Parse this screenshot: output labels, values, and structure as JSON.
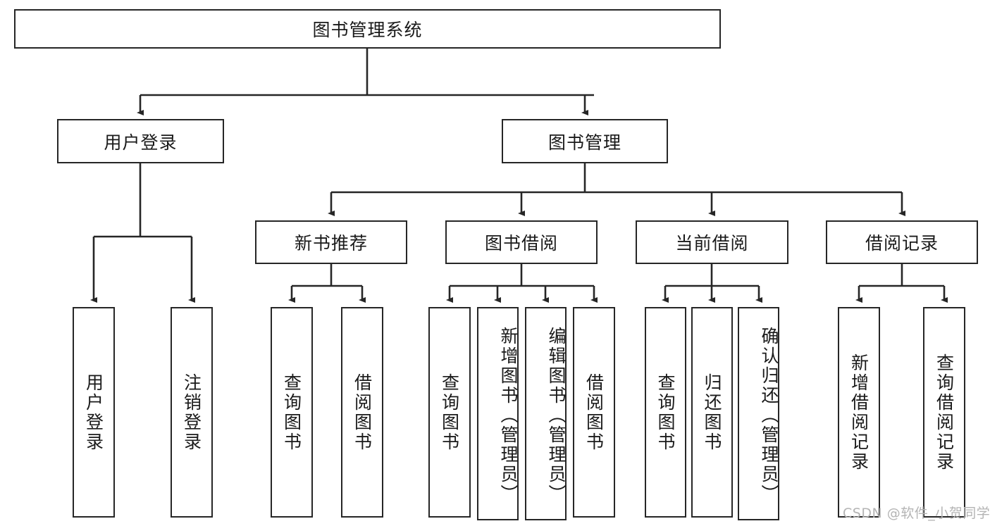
{
  "diagram": {
    "title": "图书管理系统",
    "type": "hierarchy-tree",
    "root": {
      "label": "图书管理系统",
      "children": [
        {
          "label": "用户登录",
          "children": [
            {
              "label": "用户登录"
            },
            {
              "label": "注销登录"
            }
          ]
        },
        {
          "label": "图书管理",
          "children": [
            {
              "label": "新书推荐",
              "children": [
                {
                  "label": "查询图书"
                },
                {
                  "label": "借阅图书"
                }
              ]
            },
            {
              "label": "图书借阅",
              "children": [
                {
                  "label": "查询图书"
                },
                {
                  "label": "新增图书（管理员）"
                },
                {
                  "label": "编辑图书（管理员）"
                },
                {
                  "label": "借阅图书"
                }
              ]
            },
            {
              "label": "当前借阅",
              "children": [
                {
                  "label": "查询图书"
                },
                {
                  "label": "归还图书"
                },
                {
                  "label": "确认归还（管理员）"
                }
              ]
            },
            {
              "label": "借阅记录",
              "children": [
                {
                  "label": "新增借阅记录"
                },
                {
                  "label": "查询借阅记录"
                }
              ]
            }
          ]
        }
      ]
    },
    "nodes": {
      "root": "图书管理系统",
      "user_login": "用户登录",
      "book_manage": "图书管理",
      "new_book_rec": "新书推荐",
      "book_borrow": "图书借阅",
      "current_borrow": "当前借阅",
      "borrow_record": "借阅记录",
      "leaf_user_login": "用户登录",
      "leaf_logout": "注销登录",
      "leaf_rec_query": "查询图书",
      "leaf_rec_borrow": "借阅图书",
      "leaf_bb_query": "查询图书",
      "leaf_bb_add": "新增图书（管理员）",
      "leaf_bb_edit": "编辑图书（管理员）",
      "leaf_bb_borrow": "借阅图书",
      "leaf_cb_query": "查询图书",
      "leaf_cb_return": "归还图书",
      "leaf_cb_confirm": "确认归还（管理员）",
      "leaf_br_add": "新增借阅记录",
      "leaf_br_query": "查询借阅记录"
    },
    "colors": {
      "stroke": "#262626",
      "text": "#1a1a1a",
      "background": "#ffffff",
      "watermark": "#b4b4b4"
    }
  },
  "watermark": {
    "text": "CSDN @软件_小贺同学"
  }
}
